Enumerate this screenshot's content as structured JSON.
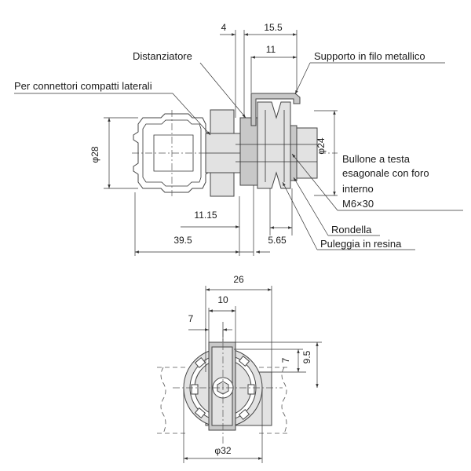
{
  "labels": {
    "distanziatore": "Distanziatore",
    "supporto": "Supporto in filo metallico",
    "connettori": "Per connettori compatti laterali",
    "bullone_1": "Bullone a testa",
    "bullone_2": "esagonale con foro",
    "bullone_3": "interno",
    "bullone_4": "M6×30",
    "rondella": "Rondella",
    "puleggia": "Puleggia in resina"
  },
  "dimensions": {
    "d4": "4",
    "d15_5": "15.5",
    "d11": "11",
    "phi28": "φ28",
    "phi24": "φ24",
    "d11_15": "11.15",
    "d39_5": "39.5",
    "d5_65": "5.65",
    "d26": "26",
    "d10": "10",
    "d7_top": "7",
    "d7_right": "7",
    "d9_5": "9.5",
    "phi32": "φ32"
  }
}
